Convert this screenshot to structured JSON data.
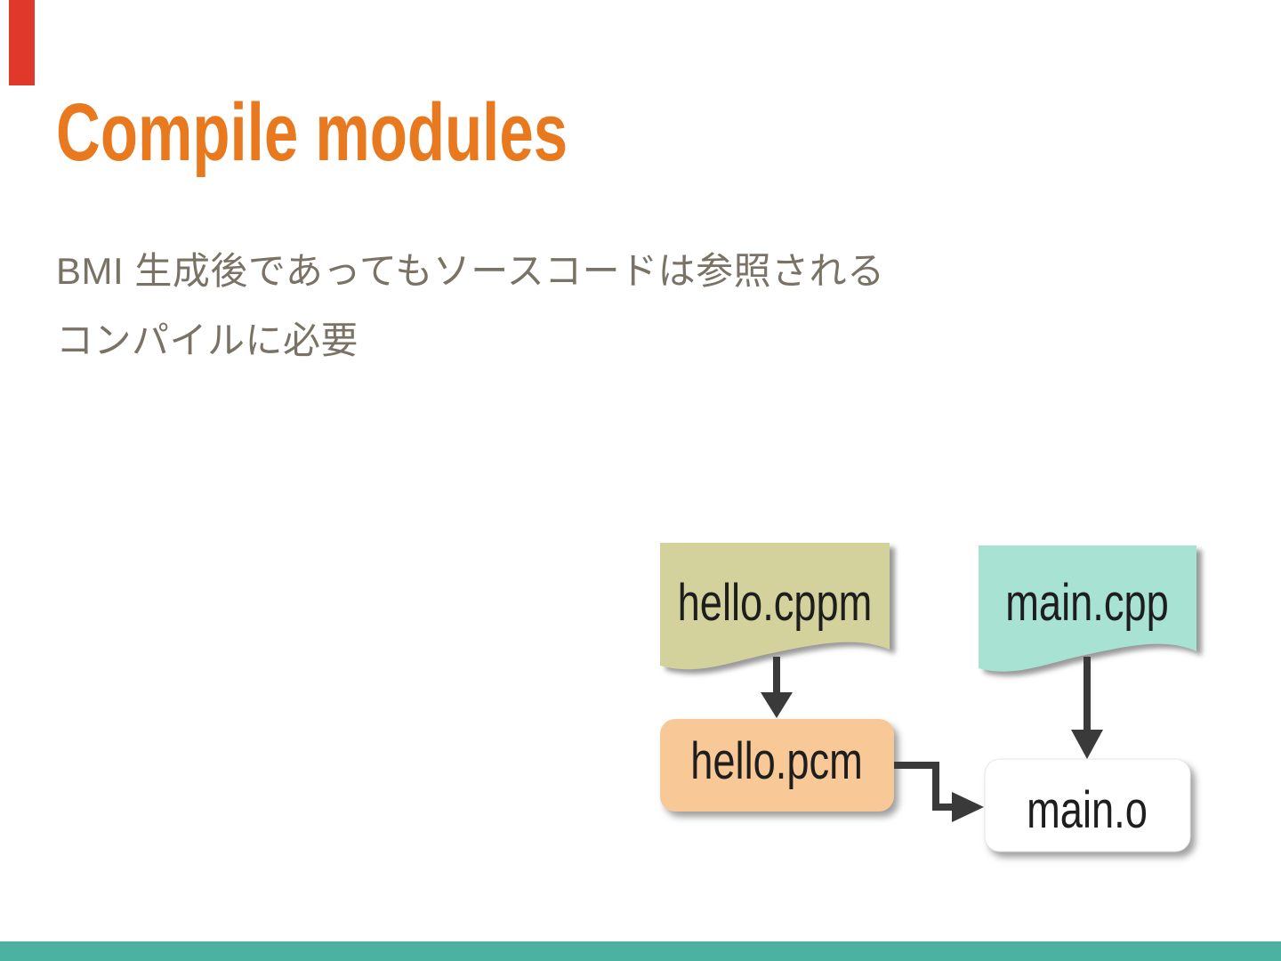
{
  "slide": {
    "title": "Compile modules",
    "body_lines": [
      "BMI 生成後であってもソースコードは参照される",
      "コンパイルに必要"
    ],
    "title_color": "#E8791E",
    "body_text_color": "#7A7264",
    "ribbon_color": "#E0392C",
    "footer_bar_color": "#4BB2A2"
  },
  "diagram": {
    "nodes": [
      {
        "id": "hello-cppm",
        "label": "hello.cppm",
        "shape": "document",
        "fill": "#D4D29C"
      },
      {
        "id": "main-cpp",
        "label": "main.cpp",
        "shape": "document",
        "fill": "#A7E2D2"
      },
      {
        "id": "hello-pcm",
        "label": "hello.pcm",
        "shape": "rounded-box",
        "fill": "#F8C997"
      },
      {
        "id": "main-o",
        "label": "main.o",
        "shape": "rounded-box",
        "fill": "#FFFFFF"
      }
    ],
    "edges": [
      {
        "from": "hello.cppm",
        "to": "hello.pcm",
        "style": "straight-down-arrow"
      },
      {
        "from": "main.cpp",
        "to": "main.o",
        "style": "straight-down-arrow"
      },
      {
        "from": "hello.pcm",
        "to": "main.o",
        "style": "elbow-right-down-right-arrow"
      }
    ],
    "arrow_color": "#3A3A3A",
    "label_color": "#1E1E1E"
  }
}
